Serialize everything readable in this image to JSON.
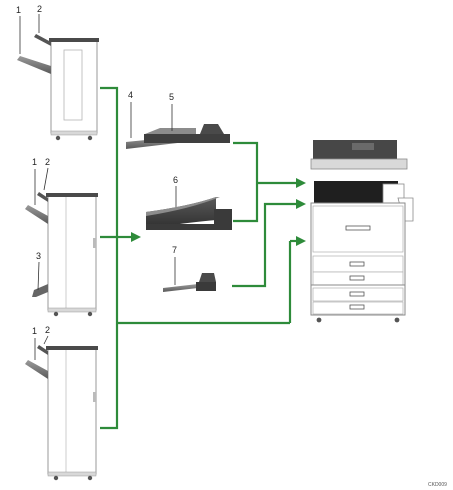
{
  "callouts": {
    "c1a": "1",
    "c2a": "2",
    "c1b": "1",
    "c2b": "2",
    "c3": "3",
    "c1c": "1",
    "c2c": "2",
    "c4": "4",
    "c5": "5",
    "c6": "6",
    "c7": "7"
  },
  "figure_code": "CKD009",
  "colors": {
    "connector": "#2e8b3a",
    "unit_body": "#ffffff",
    "unit_outline": "#9a9a9a",
    "unit_dark": "#4a4a4a",
    "tray": "#6c6c6c",
    "copier_top": "#3c3c3c"
  }
}
